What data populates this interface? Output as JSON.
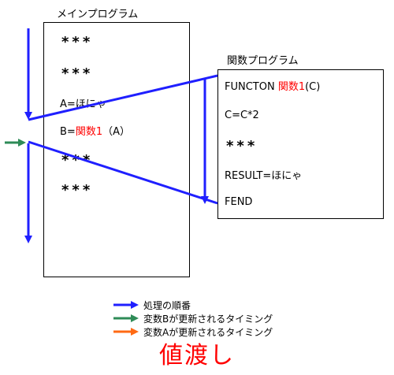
{
  "main_program": {
    "label": "メインプログラム",
    "lines": {
      "stars1": "***",
      "stars2": "***",
      "assign_a": "A=ほにゃ",
      "assign_b_prefix": "B=",
      "assign_b_func": "関数1",
      "assign_b_suffix": "（A）",
      "stars3": "***",
      "stars4": "***"
    }
  },
  "function": {
    "label": "関数プログラム",
    "lines": {
      "header_prefix": "FUNCTON ",
      "header_name": "関数1",
      "header_suffix": "(C)",
      "calc": "C=C*2",
      "stars": "***",
      "result": "RESULT=ほにゃ",
      "end": "FEND"
    }
  },
  "legend": [
    {
      "text": "処理の順番",
      "color": "#1f1fff"
    },
    {
      "text": "変数Bが更新されるタイミング",
      "color": "#2e8b57"
    },
    {
      "text": "変数Aが更新されるタイミング",
      "color": "#ff6a13"
    }
  ],
  "title": "値渡し",
  "colors": {
    "flow": "#1f1fff",
    "b_update": "#2e8b57",
    "a_update": "#ff6a13",
    "highlight": "#ff0000"
  }
}
